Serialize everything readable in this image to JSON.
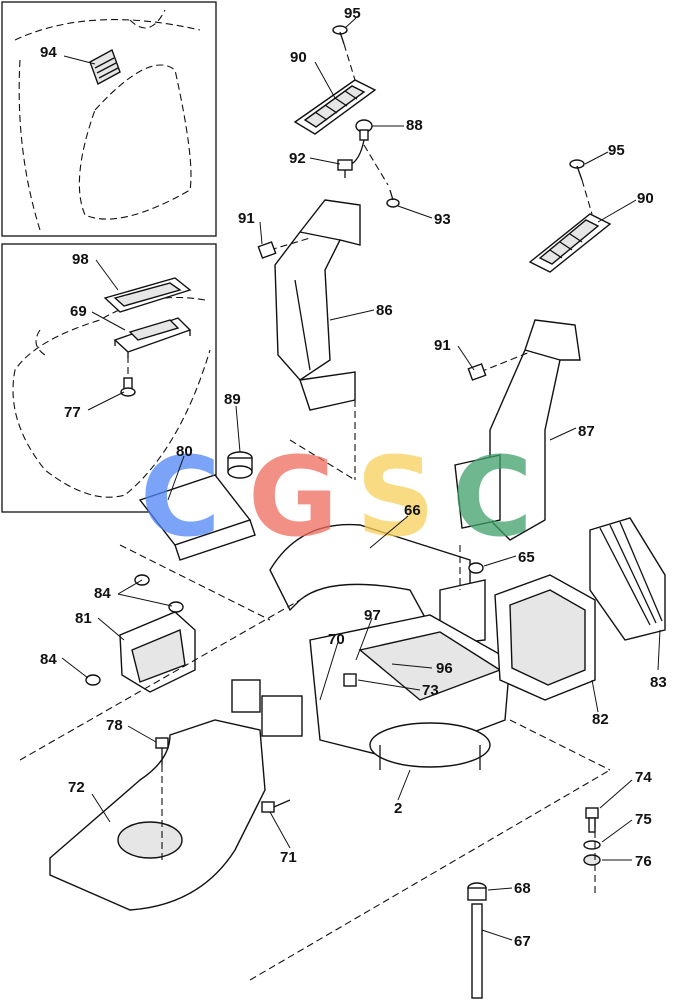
{
  "watermark": {
    "letters": [
      "C",
      "G",
      "S",
      "C"
    ],
    "colors": [
      "#4f86f7",
      "#ee6b5e",
      "#f8d05a",
      "#3fa06a"
    ]
  },
  "callouts": [
    {
      "id": "94",
      "text": "94"
    },
    {
      "id": "95a",
      "text": "95"
    },
    {
      "id": "90a",
      "text": "90"
    },
    {
      "id": "88",
      "text": "88"
    },
    {
      "id": "92",
      "text": "92"
    },
    {
      "id": "93",
      "text": "93"
    },
    {
      "id": "95b",
      "text": "95"
    },
    {
      "id": "90b",
      "text": "90"
    },
    {
      "id": "91a",
      "text": "91"
    },
    {
      "id": "86",
      "text": "86"
    },
    {
      "id": "98",
      "text": "98"
    },
    {
      "id": "69",
      "text": "69"
    },
    {
      "id": "77",
      "text": "77"
    },
    {
      "id": "91b",
      "text": "91"
    },
    {
      "id": "89",
      "text": "89"
    },
    {
      "id": "87",
      "text": "87"
    },
    {
      "id": "80",
      "text": "80"
    },
    {
      "id": "66",
      "text": "66"
    },
    {
      "id": "65",
      "text": "65"
    },
    {
      "id": "84a",
      "text": "84"
    },
    {
      "id": "81",
      "text": "81"
    },
    {
      "id": "97",
      "text": "97"
    },
    {
      "id": "70",
      "text": "70"
    },
    {
      "id": "96",
      "text": "96"
    },
    {
      "id": "84b",
      "text": "84"
    },
    {
      "id": "73",
      "text": "73"
    },
    {
      "id": "83",
      "text": "83"
    },
    {
      "id": "82",
      "text": "82"
    },
    {
      "id": "78",
      "text": "78"
    },
    {
      "id": "72",
      "text": "72"
    },
    {
      "id": "2",
      "text": "2"
    },
    {
      "id": "74",
      "text": "74"
    },
    {
      "id": "75",
      "text": "75"
    },
    {
      "id": "71",
      "text": "71"
    },
    {
      "id": "76",
      "text": "76"
    },
    {
      "id": "68",
      "text": "68"
    },
    {
      "id": "67",
      "text": "67"
    }
  ]
}
